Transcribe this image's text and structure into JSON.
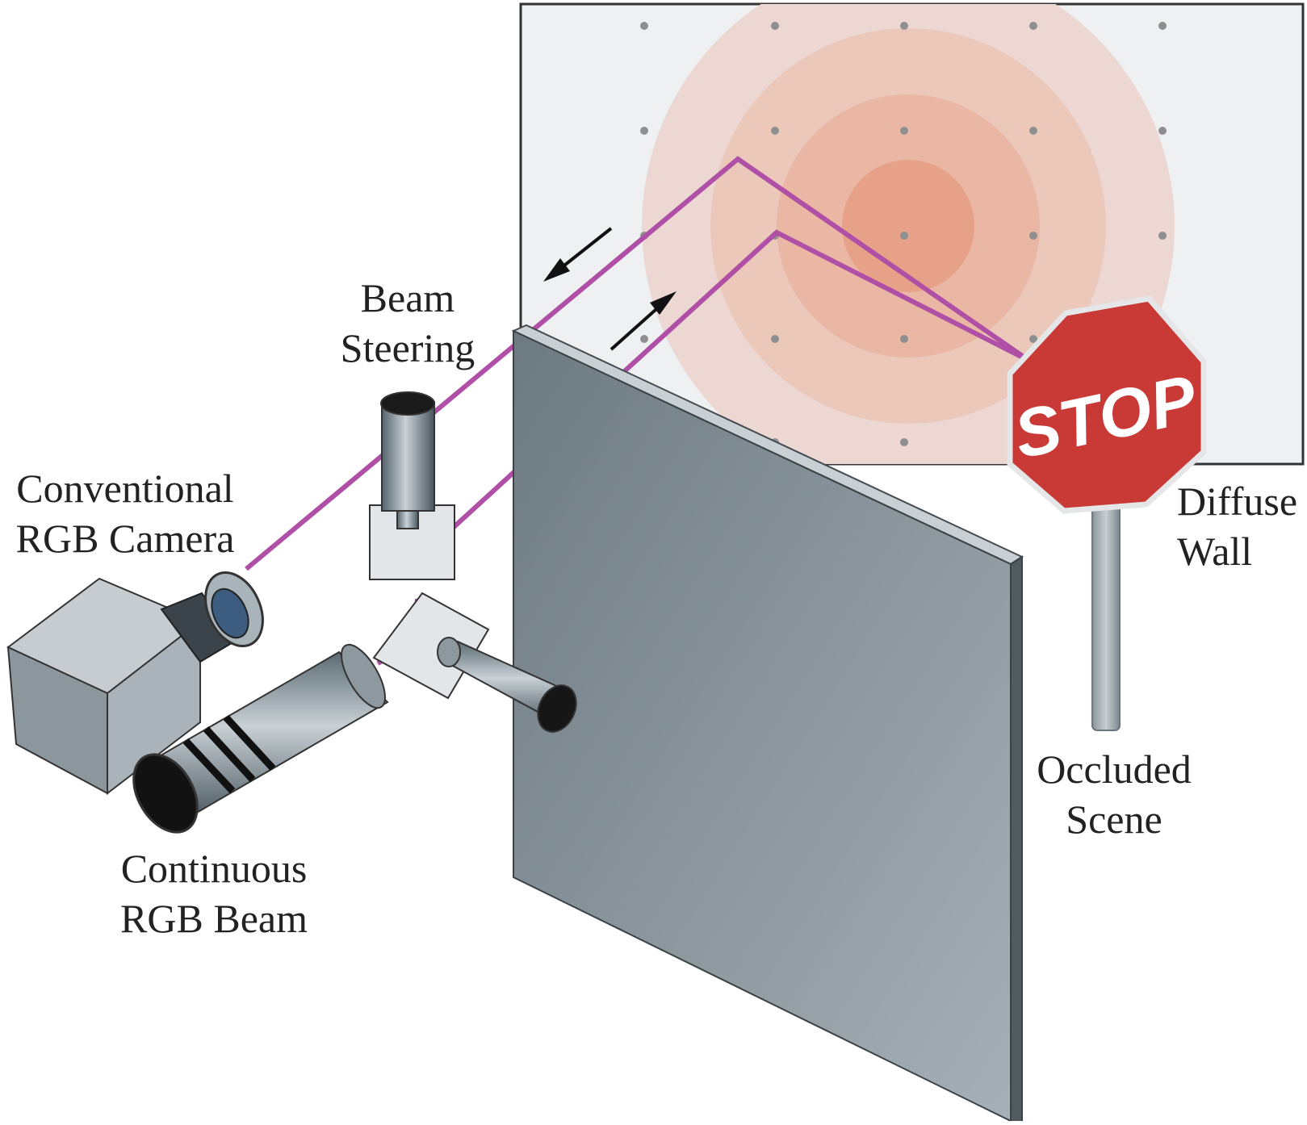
{
  "labels": {
    "beam_steering": [
      "Beam",
      "Steering"
    ],
    "conventional_camera": [
      "Conventional",
      "RGB Camera"
    ],
    "continuous_beam": [
      "Continuous",
      "RGB Beam"
    ],
    "diffuse_wall": [
      "Diffuse",
      "Wall"
    ],
    "occluded_scene": [
      "Occluded",
      "Scene"
    ]
  },
  "stop_sign": {
    "text": "STOP"
  },
  "colors": {
    "laser_path": "#b04fa6",
    "wall_background": "#eef0f2",
    "glow_core": "#e8a189",
    "stop_sign_red": "#c93a37",
    "occluder_gray": "#8a959c"
  }
}
